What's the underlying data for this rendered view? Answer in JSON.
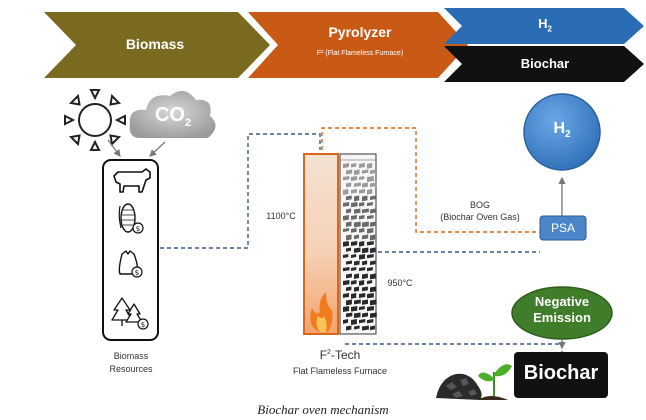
{
  "stages": {
    "biomass": {
      "label": "Biomass",
      "color": "#7a6a1f"
    },
    "pyrolyzer": {
      "label": "Pyrolyzer",
      "sublabel": "F² (Flat Flameless Furnace)",
      "color": "#c85a16"
    },
    "h2": {
      "label_main": "H",
      "label_sub": "2",
      "color": "#2a6db5"
    },
    "biochar": {
      "label": "Biochar",
      "color": "#111111"
    }
  },
  "inputs": {
    "co2_main": "CO",
    "co2_sub": "2"
  },
  "resources_label": [
    "Biomass",
    "Resources"
  ],
  "furnace": {
    "temp_hot": "1100°C",
    "temp_cool": "950°C",
    "name_prefix": "F",
    "name_sup": "2",
    "name_suffix": "-Tech",
    "subtitle": "Flat Flameless Furnace"
  },
  "gas": {
    "bog_label": "BOG",
    "bog_full": "(Biochar Oven Gas)",
    "psa_label": "PSA",
    "h2_main": "H",
    "h2_sub": "2"
  },
  "outputs": {
    "negative_line1": "Negative",
    "negative_line2": "Emission",
    "biochar_label": "Biochar"
  },
  "caption": "Biochar oven mechanism",
  "colors": {
    "blue_dash": "#3b5a8c",
    "orange_dash": "#d9661a",
    "green_badge": "#3f7d2a",
    "h2_circle": "#3d84d0",
    "psa_box": "#4a86c8"
  }
}
